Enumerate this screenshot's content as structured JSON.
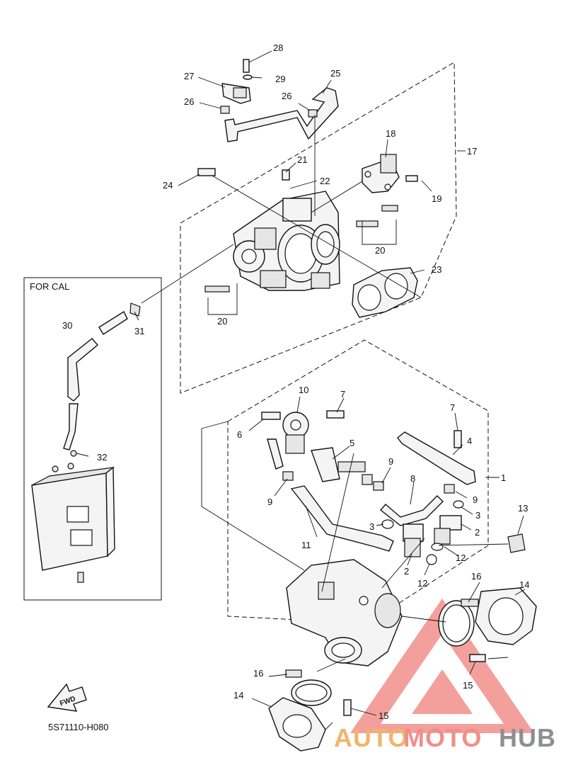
{
  "inset_label": "FOR CAL",
  "diagram_code": "5S71110-H080",
  "fwd_label": "FWD",
  "watermark": {
    "part1": "AUTO",
    "part2": "MOTO",
    "part3": "HUB",
    "color1": "#f1b46e",
    "color2": "#ef8f88",
    "color3": "#8d8f94"
  },
  "callouts": {
    "c1": "1",
    "c2a": "2",
    "c2b": "2",
    "c3a": "3",
    "c3b": "3",
    "c4": "4",
    "c5": "5",
    "c6": "6",
    "c7a": "7",
    "c7b": "7",
    "c8": "8",
    "c9a": "9",
    "c9b": "9",
    "c9c": "9",
    "c10": "10",
    "c11": "11",
    "c12a": "12",
    "c12b": "12",
    "c13": "13",
    "c14a": "14",
    "c14b": "14",
    "c15a": "15",
    "c15b": "15",
    "c16a": "16",
    "c16b": "16",
    "c17": "17",
    "c18": "18",
    "c19": "19",
    "c20a": "20",
    "c20b": "20",
    "c21": "21",
    "c22": "22",
    "c23": "23",
    "c24": "24",
    "c25": "25",
    "c26a": "26",
    "c26b": "26",
    "c27": "27",
    "c28": "28",
    "c29": "29",
    "c30": "30",
    "c31": "31",
    "c32": "32"
  }
}
